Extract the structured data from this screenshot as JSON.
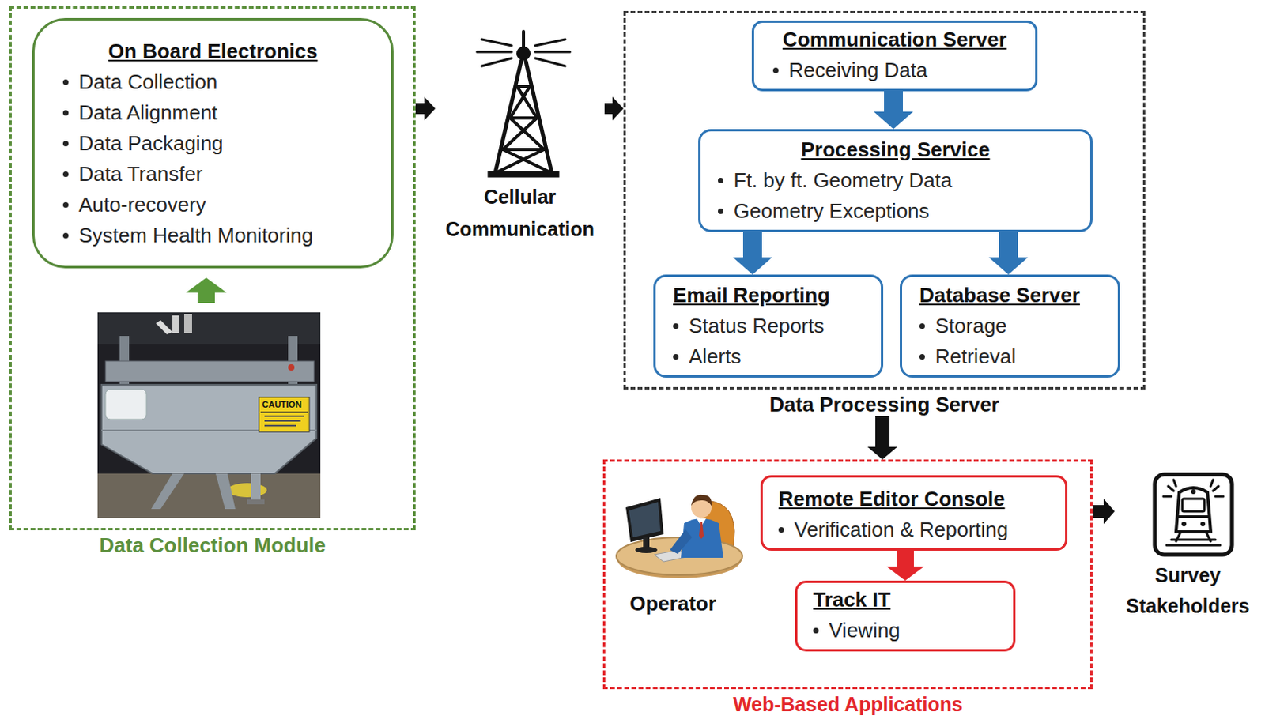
{
  "diagram": {
    "nodes": [
      {
        "text": [
          "Data Collection Module"
        ]
      },
      {
        "text": [
          "On Board Electronics",
          "Data Collection",
          "Data Alignment",
          "Data Packaging",
          "Data Transfer",
          "Auto-recovery",
          "System Health Monitoring"
        ],
        "in": 0
      },
      {
        "text": [
          "Cellular Communication"
        ]
      },
      {
        "text": [
          "Data Processing Server"
        ]
      },
      {
        "text": [
          "Communication Server",
          "Receiving Data"
        ],
        "in": 3
      },
      {
        "text": [
          "Processing Service",
          "Ft. by ft. Geometry Data",
          "Geometry Exceptions"
        ],
        "in": 3
      },
      {
        "text": [
          "Email Reporting",
          "Status Reports",
          "Alerts"
        ],
        "in": 3
      },
      {
        "text": [
          "Database Server",
          "Storage",
          "Retrieval"
        ],
        "in": 3
      },
      {
        "text": [
          "Web-Based Applications"
        ]
      },
      {
        "text": [
          "Remote Editor Console",
          "Verification & Reporting"
        ],
        "in": 8
      },
      {
        "text": [
          "Track IT",
          "Viewing"
        ],
        "in": 8
      },
      {
        "text": [
          "Survey Stakeholders"
        ]
      }
    ],
    "edges": [
      {
        "from": 0,
        "to": 2,
        "arrow": "to"
      },
      {
        "from": 2,
        "to": 3,
        "arrow": "to"
      },
      {
        "from": 4,
        "to": 5,
        "arrow": "to"
      },
      {
        "from": 5,
        "to": 6,
        "arrow": "to"
      },
      {
        "from": 5,
        "to": 7,
        "arrow": "to"
      },
      {
        "from": 3,
        "to": 8,
        "arrow": "to"
      },
      {
        "from": 9,
        "to": 10,
        "arrow": "to"
      },
      {
        "from": 8,
        "to": 11,
        "arrow": "to"
      }
    ],
    "labels": [
      "CAUTION",
      "Operator"
    ]
  }
}
